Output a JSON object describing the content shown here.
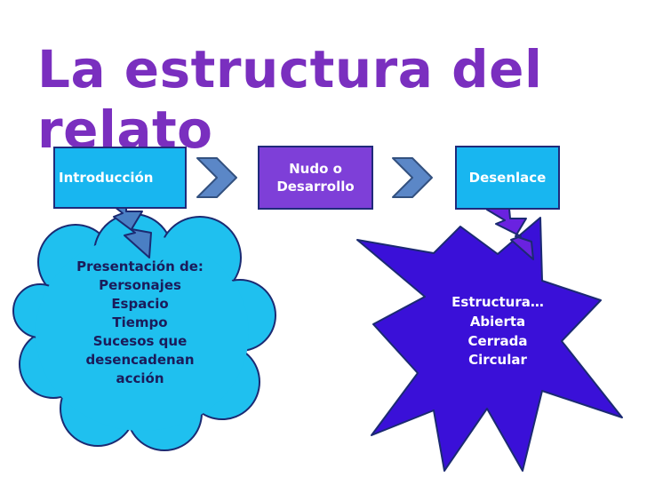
{
  "title": "La estructura del relato",
  "colors": {
    "title": "#7a2fbf",
    "box_intro": "#18b6f0",
    "box_nudo": "#7e3fd8",
    "box_desenlace": "#18b6f0",
    "box_text": "#ffffff",
    "chevron": "#5b87c7",
    "cloud": "#1fc0ef",
    "bolt_intro": "#4a7fc4",
    "bolt_desenlace": "#6a22e0",
    "starburst": "#3a10d8",
    "dark_text": "#1b1b5a"
  },
  "icons": [
    "chevron-right-icon",
    "lightning-bolt-icon",
    "cloud-callout",
    "starburst-callout"
  ],
  "boxes": {
    "intro": "Introducción",
    "nudo": "Nudo o\nDesarrollo",
    "desenlace": "Desenlace"
  },
  "bubble": {
    "lines": [
      "Presentación de:",
      "Personajes",
      "Espacio",
      "Tiempo",
      "Sucesos que",
      "desencadenan",
      "acción"
    ]
  },
  "star": {
    "lines": [
      "Estructura…",
      "Abierta",
      "Cerrada",
      "Circular"
    ]
  }
}
